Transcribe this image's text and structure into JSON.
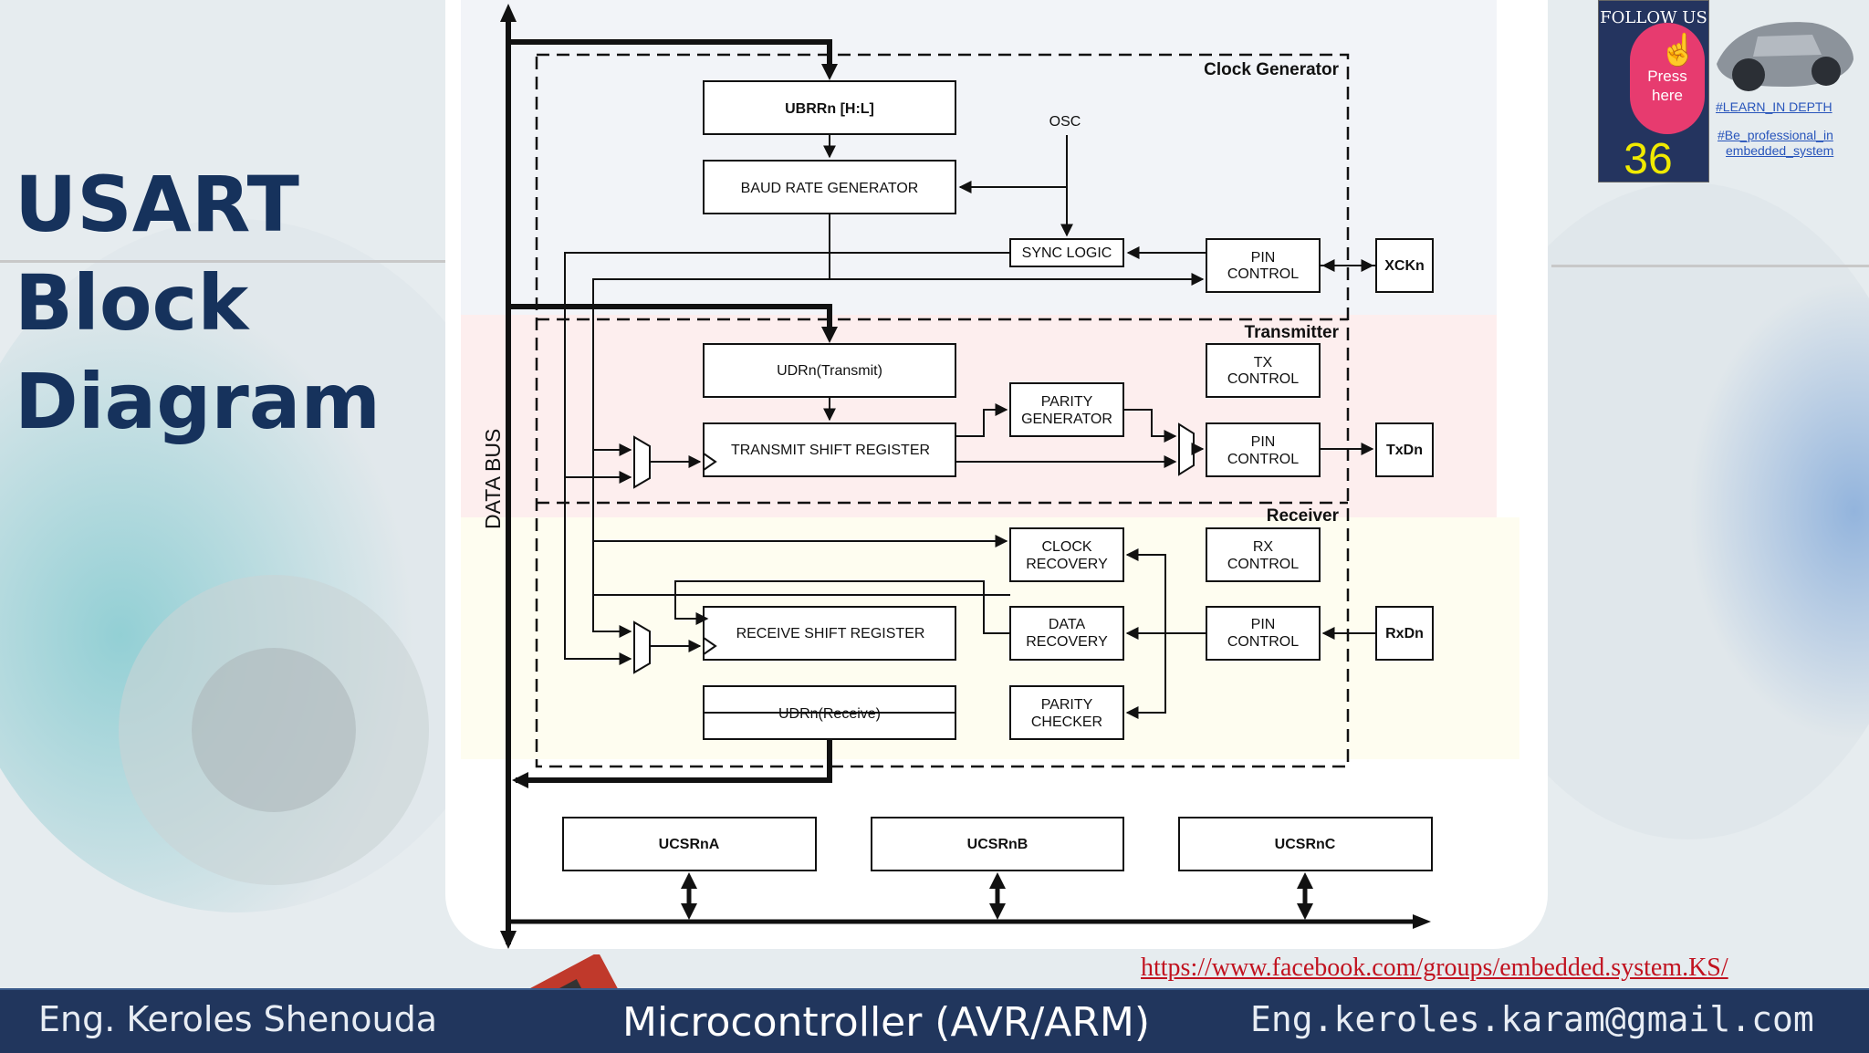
{
  "slide_title": [
    "USART",
    "Block",
    "Diagram"
  ],
  "sections": {
    "clock": "Clock Generator",
    "tx": "Transmitter",
    "rx": "Receiver"
  },
  "blocks": {
    "ubrr": "UBRRn [H:L]",
    "baud": "BAUD RATE GENERATOR",
    "osc": "OSC",
    "sync": "SYNC LOGIC",
    "pin_clk": [
      "PIN",
      "CONTROL"
    ],
    "xck": "XCKn",
    "udr_tx": "UDRn(Transmit)",
    "tx_ctrl": [
      "TX",
      "CONTROL"
    ],
    "parity_gen": [
      "PARITY",
      "GENERATOR"
    ],
    "tsr": "TRANSMIT SHIFT REGISTER",
    "pin_tx": [
      "PIN",
      "CONTROL"
    ],
    "txd": "TxDn",
    "clk_rec": [
      "CLOCK",
      "RECOVERY"
    ],
    "rx_ctrl": [
      "RX",
      "CONTROL"
    ],
    "rsr": "RECEIVE SHIFT REGISTER",
    "data_rec": [
      "DATA",
      "RECOVERY"
    ],
    "pin_rx": [
      "PIN",
      "CONTROL"
    ],
    "rxd": "RxDn",
    "udr_rx": "UDRn(Receive)",
    "parity_chk": [
      "PARITY",
      "CHECKER"
    ],
    "ucsra": "UCSRnA",
    "ucsrb": "UCSRnB",
    "ucsrc": "UCSRnC",
    "data_bus": "DATA BUS"
  },
  "follow": {
    "title": "FOLLOW US",
    "press": [
      "Press",
      "here"
    ],
    "count": "36"
  },
  "tags": [
    "#LEARN_IN DEPTH",
    "#Be_professional_in",
    "embedded_system"
  ],
  "facebook_link": "https://www.facebook.com/groups/embedded.system.KS/",
  "footer": {
    "author": "Eng. Keroles Shenouda",
    "course": "Microcontroller (AVR/ARM)",
    "email": "Eng.keroles.karam@gmail.com"
  },
  "colors": {
    "title": "#16325c",
    "footer": "#21365d",
    "transmitter_bg": "#fdeeee",
    "receiver_bg": "#fefdf0",
    "clock_bg": "#f2f4f8"
  }
}
